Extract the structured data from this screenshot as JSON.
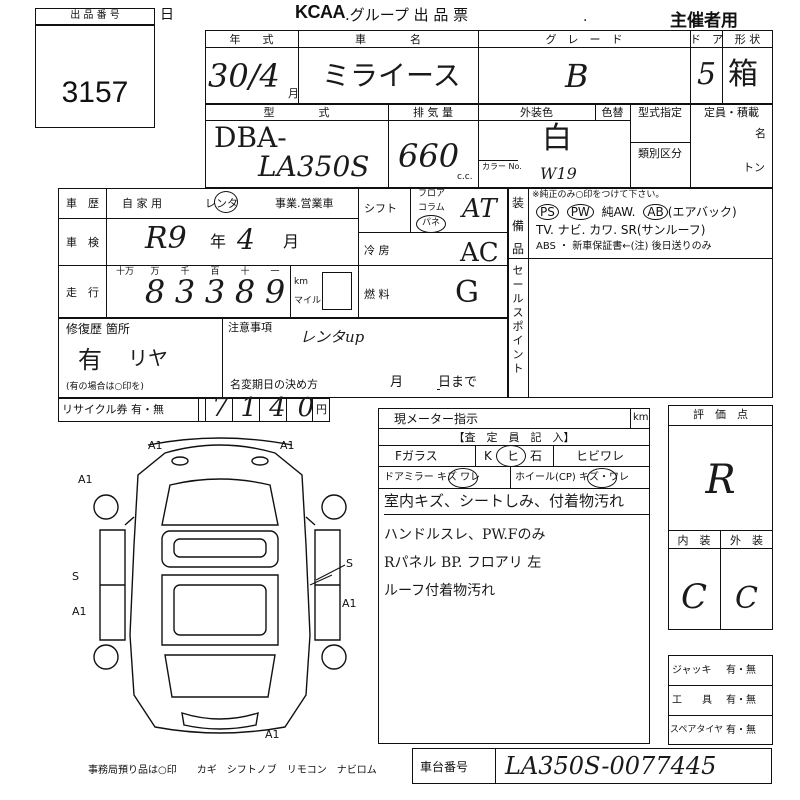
{
  "header": {
    "lot_label": "出 品 番 号",
    "lot_number": "3157",
    "day_char": "日",
    "org_logo": "KCAA",
    "form_title": ".グループ  出 品 票",
    "dot": ".",
    "host_label": "主催者用"
  },
  "vehicle": {
    "year_label": "年　　式",
    "name_label": "車　　　　名",
    "grade_label": "グ　レ　ー　ド",
    "door_label": "ド　ア",
    "shape_label": "形 状",
    "year_value": "30/4",
    "month_char": "月",
    "name_value": "ミライース",
    "grade_value": "B",
    "door_value": "5",
    "shape_value": "箱",
    "type_label": "型　　　　式",
    "disp_label": "排 気 量",
    "color_label": "外装色",
    "color_change_label": "色替",
    "type_spec_label": "型式指定",
    "capacity_label": "定員・積載",
    "capacity_unit1": "名",
    "class_label": "類別区分",
    "capacity_unit2": "トン",
    "type_value_1": "DBA-",
    "type_value_2": "LA350S",
    "disp_value": "660",
    "cc_unit": "c.c.",
    "color_value": "白",
    "color_no_label": "カラー No.",
    "color_no_value": "W19"
  },
  "history": {
    "history_label": "車　歴",
    "private": "自 家 用",
    "rental": "レンタ",
    "business": "事業.営業車",
    "shift_label": "シフト",
    "floor": "フロア",
    "column": "コラム",
    "panel": "パネ",
    "shift_value": "AT",
    "inspection_label": "車　検",
    "inspection_value": "R9",
    "year_char": "年",
    "month_value": "4",
    "month_char": "月",
    "ac_label": "冷 房",
    "ac_value": "AC",
    "mileage_label": "走　行",
    "units": [
      "十万",
      "万",
      "千",
      "百",
      "十",
      "一"
    ],
    "digits": [
      "8",
      "3",
      "3",
      "8",
      "9"
    ],
    "km_label": "km",
    "mile_label": "マイル",
    "fuel_label": "燃 料",
    "fuel_value": "G"
  },
  "equipment": {
    "label": "装　備　品",
    "note": "※純正のみ○印をつけて下さい。",
    "row1": [
      "PS",
      "PW",
      "純AW.",
      "AB",
      "(エアバック)"
    ],
    "row2": "TV. ナビ. カワ. SR(サンルーフ)",
    "row3": "ABS ・ 新車保証書←(注) 後日送りのみ",
    "sales_point_label": "セールスポイント"
  },
  "repair": {
    "label": "修復歴 箇所",
    "value": "有",
    "value2": "リヤ",
    "note": "(有の場合は○印を)",
    "caution_label": "注意事項",
    "caution_value": "レンタup",
    "name_change_label": "名変期日の決め方",
    "month_char": "月",
    "day_char": "日まで"
  },
  "recycle": {
    "label": "リサイクル券 有・無",
    "value": "7140",
    "unit": "円"
  },
  "inspector": {
    "meter_label": "現メーター指示",
    "meter_unit": "km",
    "section_label": "【査　定　員　記　入】",
    "glass_label": "Fガラス",
    "k_label": "K",
    "crack1": "ヒ",
    "stone": "石",
    "crack2": "ヒビワレ",
    "mirror": "ドアミラー キズ ワレ",
    "wheel": "ホイール(CP) キズ・ワレ",
    "notes": [
      "室内キズ、シートしみ、付着物汚れ",
      "ハンドルスレ、PW.Fのみ",
      "Rパネル BP. フロアリ 左",
      "ルーフ付着物汚れ"
    ]
  },
  "evaluation": {
    "label": "評　価　点",
    "score": "R",
    "interior_label": "内　装",
    "exterior_label": "外　装",
    "interior_value": "C",
    "exterior_value": "C"
  },
  "tools": {
    "jack_label": "ジャッキ",
    "tool_label": "工　　具",
    "spare_label": "スペアタイヤ",
    "option": "有・無"
  },
  "diagram": {
    "marks": [
      "A1",
      "A1",
      "A1",
      "S",
      "A1",
      "S",
      "A1",
      "A1"
    ]
  },
  "footer": {
    "keys": "事務局預り品は○印　　カギ　シフトノブ　リモコン　ナビロム",
    "chassis_label": "車台番号",
    "chassis_value": "LA350S-0077445"
  }
}
